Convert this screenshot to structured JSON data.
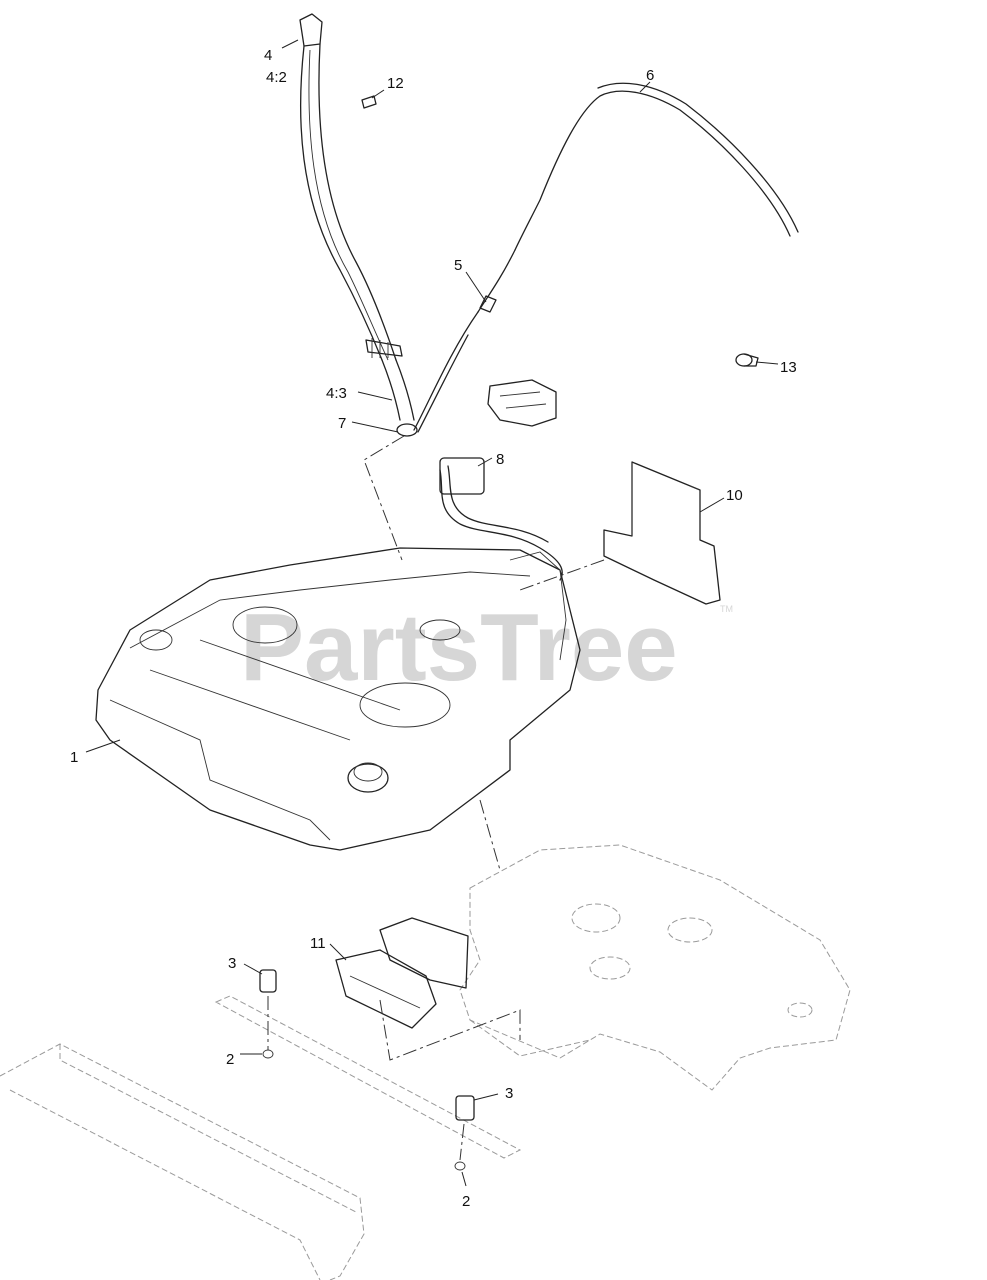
{
  "watermark": {
    "text": "PartsTree",
    "trademark": "TM"
  },
  "callouts": [
    {
      "id": "c4",
      "text": "4"
    },
    {
      "id": "c4-2",
      "text": "4:2"
    },
    {
      "id": "c12",
      "text": "12"
    },
    {
      "id": "c6",
      "text": "6"
    },
    {
      "id": "c5",
      "text": "5"
    },
    {
      "id": "c13",
      "text": "13"
    },
    {
      "id": "c4-3",
      "text": "4:3"
    },
    {
      "id": "c7",
      "text": "7"
    },
    {
      "id": "c8",
      "text": "8"
    },
    {
      "id": "c10",
      "text": "10"
    },
    {
      "id": "c1",
      "text": "1"
    },
    {
      "id": "c11",
      "text": "11"
    },
    {
      "id": "c3a",
      "text": "3"
    },
    {
      "id": "c2a",
      "text": "2"
    },
    {
      "id": "c3b",
      "text": "3"
    },
    {
      "id": "c2b",
      "text": "2"
    }
  ]
}
